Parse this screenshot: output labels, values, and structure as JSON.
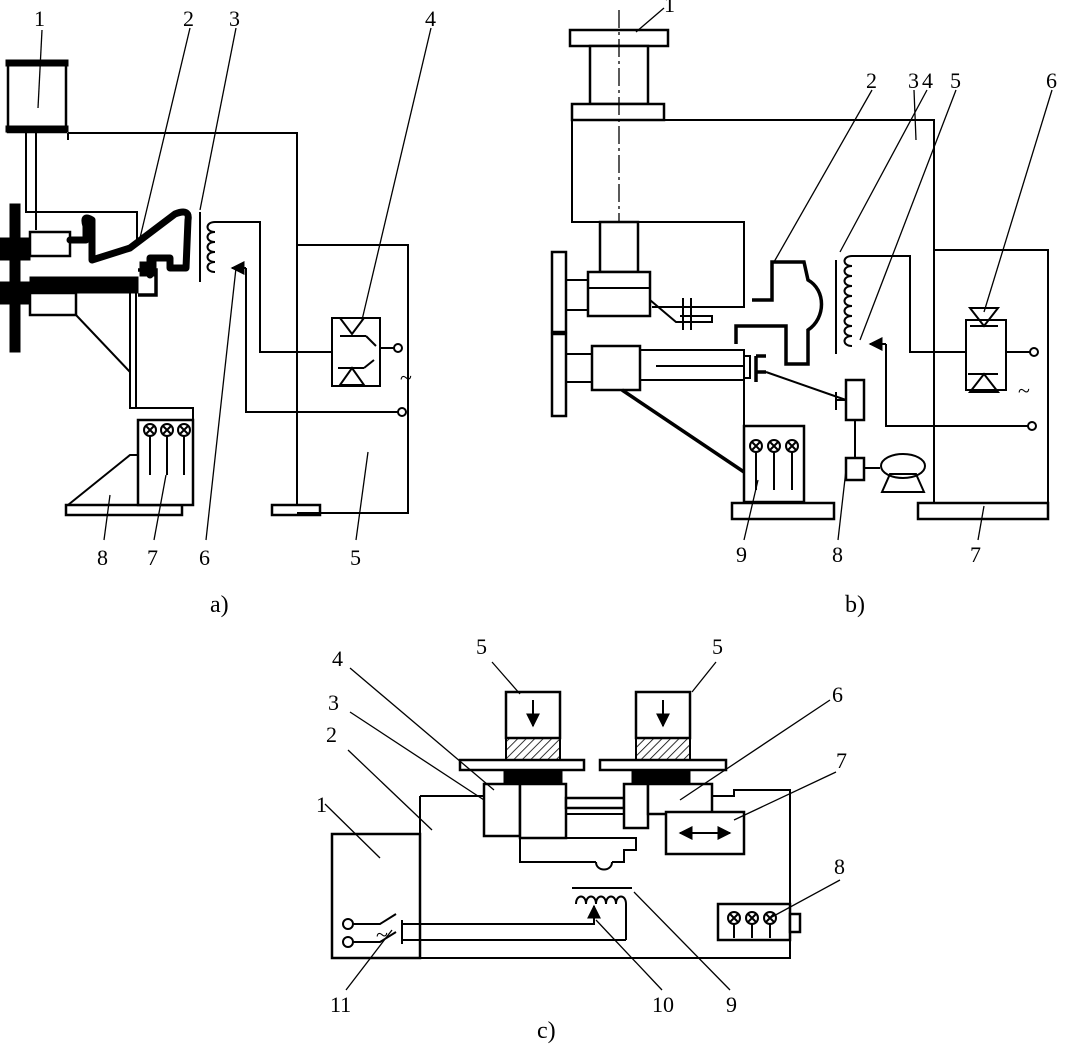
{
  "panels": [
    {
      "caption": "a)",
      "labels": [
        "1",
        "2",
        "3",
        "4",
        "5",
        "6",
        "7",
        "8"
      ]
    },
    {
      "caption": "b)",
      "labels": [
        "1",
        "2",
        "3",
        "4",
        "5",
        "6",
        "7",
        "8",
        "9"
      ]
    },
    {
      "caption": "c)",
      "labels": [
        "1",
        "2",
        "3",
        "4",
        "5",
        "5",
        "6",
        "7",
        "8",
        "9",
        "10",
        "11"
      ]
    }
  ],
  "symbols": {
    "ac": "~"
  }
}
